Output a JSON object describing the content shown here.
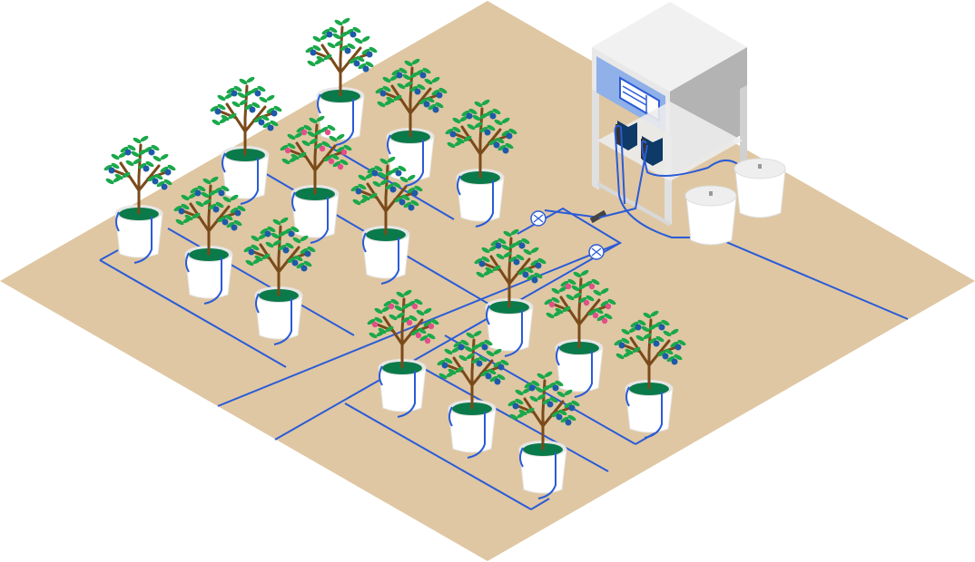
{
  "colors": {
    "ground": "#dfc7a3",
    "pipe": "#2a5bd7",
    "pot": "#ffffff",
    "pot_shade": "#e6e6e6",
    "soil": "#0a7a4a",
    "trunk": "#7a4a1a",
    "leaf": "#1aa84a",
    "berry": "#1e5aa8",
    "flower": "#e0508a",
    "cabinet_top": "#f1f1f1",
    "cabinet_side": "#b3b3b3",
    "cabinet_front": "#e8e8e8",
    "panel": "#8fb0e8",
    "pump": "#0d3a66"
  },
  "plants": [
    {
      "type": "berry"
    },
    {
      "type": "berry"
    },
    {
      "type": "berry"
    },
    {
      "type": "berry"
    },
    {
      "type": "flower"
    },
    {
      "type": "berry"
    },
    {
      "type": "berry"
    },
    {
      "type": "berry"
    },
    {
      "type": "berry"
    },
    {
      "type": "berry"
    },
    {
      "type": "flower"
    },
    {
      "type": "berry"
    },
    {
      "type": "flower"
    },
    {
      "type": "berry"
    },
    {
      "type": "berry"
    }
  ]
}
